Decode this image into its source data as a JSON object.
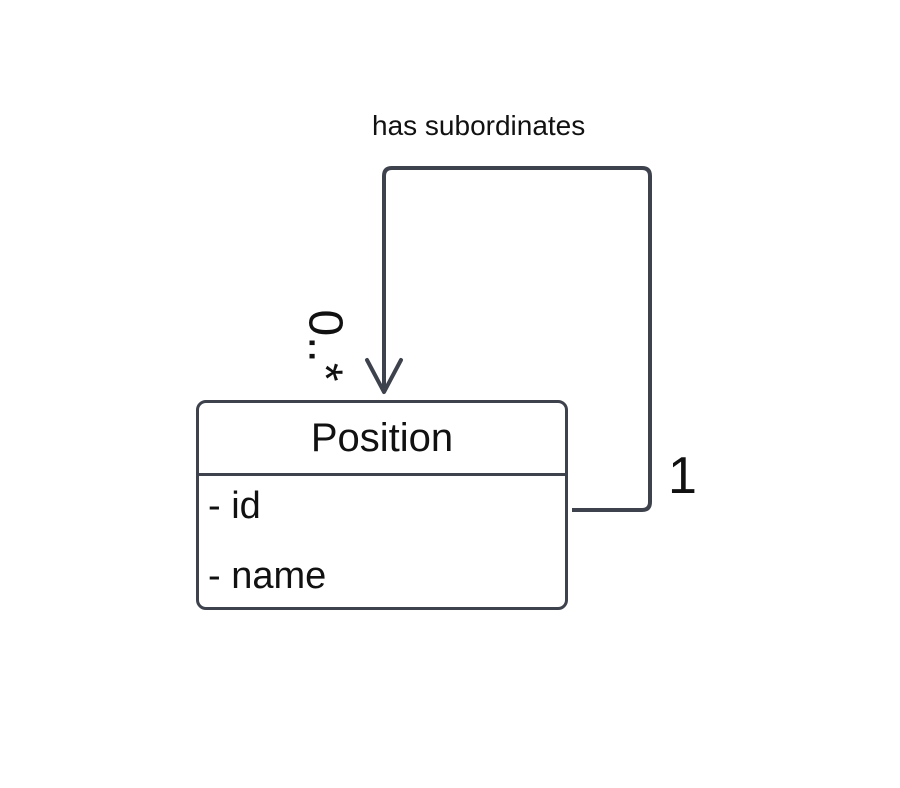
{
  "association": {
    "label": "has subordinates",
    "source_multiplicity": "1",
    "target_multiplicity": "0..*"
  },
  "class": {
    "name": "Position",
    "attributes": [
      "- id",
      "- name"
    ]
  },
  "colors": {
    "stroke": "#3d424d",
    "text": "#111111",
    "background": "#ffffff"
  }
}
